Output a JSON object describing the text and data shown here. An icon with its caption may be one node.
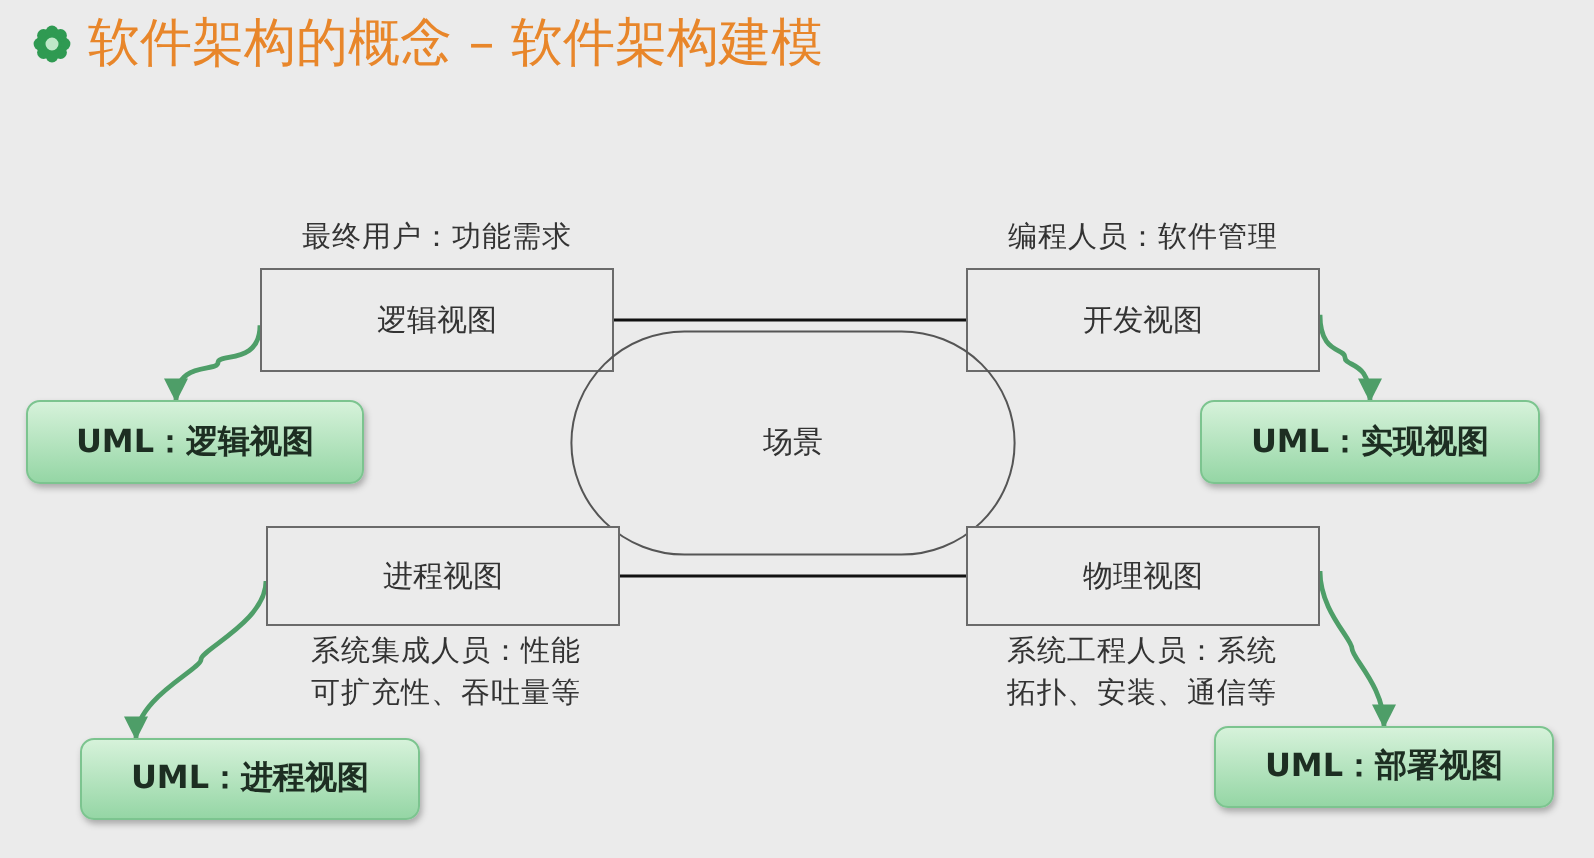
{
  "diagram": {
    "title": "软件架构的概念 – 软件架构建模",
    "nodes": [
      {
        "text": [
          "逻辑视图"
        ],
        "beside": [
          "最终用户：功能需求"
        ]
      },
      {
        "text": [
          "开发视图"
        ],
        "beside": [
          "编程人员：软件管理"
        ]
      },
      {
        "text": [
          "场景"
        ]
      },
      {
        "text": [
          "进程视图"
        ],
        "beside": [
          "系统集成人员：性能可扩充性、吞吐量等"
        ]
      },
      {
        "text": [
          "物理视图"
        ],
        "beside": [
          "系统工程人员：系统拓扑、安装、通信等"
        ]
      },
      {
        "text": [
          "UML：逻辑视图"
        ]
      },
      {
        "text": [
          "UML：实现视图"
        ]
      },
      {
        "text": [
          "UML：进程视图"
        ]
      },
      {
        "text": [
          "UML：部署视图"
        ]
      }
    ],
    "edges": [
      {
        "from": 0,
        "to": 1,
        "arrow": "none",
        "color": "#111111"
      },
      {
        "from": 3,
        "to": 4,
        "arrow": "none",
        "color": "#111111"
      },
      {
        "from": 0,
        "to": 5,
        "arrow": "to",
        "color": "#4e9e68"
      },
      {
        "from": 1,
        "to": 6,
        "arrow": "to",
        "color": "#4e9e68"
      },
      {
        "from": 3,
        "to": 7,
        "arrow": "to",
        "color": "#4e9e68"
      },
      {
        "from": 4,
        "to": 8,
        "arrow": "to",
        "color": "#4e9e68"
      }
    ]
  }
}
